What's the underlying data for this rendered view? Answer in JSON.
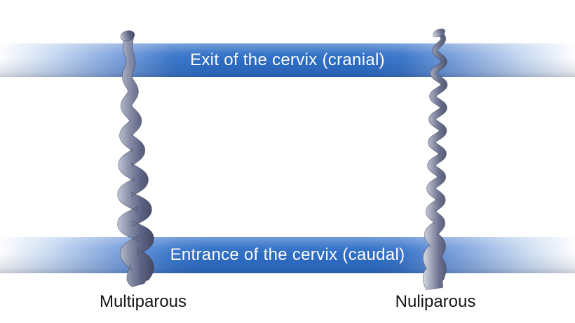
{
  "figure": {
    "bands": {
      "top": "Exit of the cervix (cranial)",
      "bottom": "Entrance of the cervix (caudal)"
    },
    "specimens": [
      {
        "label": "Multiparous"
      },
      {
        "label": "Nuliparous"
      }
    ],
    "colors": {
      "band_blue": "#2f6fc6",
      "band_fade": "#cdddf2",
      "band_text": "#ffffff",
      "label_text": "#151515",
      "model_light_gray": "#c2c7d6",
      "model_dark_gray": "#434963",
      "background": "#ffffff"
    }
  }
}
